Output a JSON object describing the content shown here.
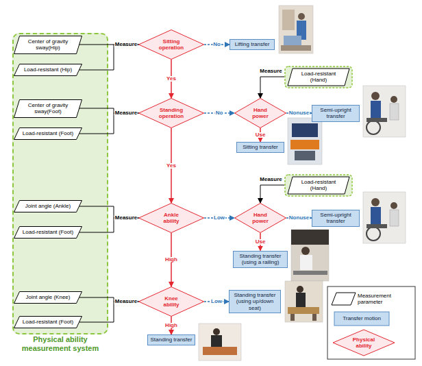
{
  "diagram": {
    "nodes": [
      {
        "text": [
          "Physical ability measurement system"
        ]
      },
      {
        "text": [
          "Center of gravity sway(Hip)"
        ],
        "in": 0
      },
      {
        "text": [
          "Load-resistant (Hip)"
        ],
        "in": 0
      },
      {
        "text": [
          "Center of gravity sway(Foot)"
        ],
        "in": 0
      },
      {
        "text": [
          "Load-resistant (Foot)"
        ],
        "in": 0
      },
      {
        "text": [
          "Joint angle (Ankle)"
        ],
        "in": 0
      },
      {
        "text": [
          "Load-resistant (Foot)"
        ],
        "in": 0
      },
      {
        "text": [
          "Joint angle (Knee)"
        ],
        "in": 0
      },
      {
        "text": [
          "Load-resistant (Foot)"
        ],
        "in": 0
      },
      {
        "text": [
          "Sitting operation"
        ]
      },
      {
        "text": [
          "Lifting transfer"
        ]
      },
      {
        "text": [
          "Load-resistant (Hand)"
        ]
      },
      {
        "text": [
          "Standing operation"
        ]
      },
      {
        "text": [
          "Hand power"
        ]
      },
      {
        "text": [
          "Semi-upright transfer"
        ]
      },
      {
        "text": [
          "Sitting transfer"
        ]
      },
      {
        "text": [
          "Load-resistant (Hand)"
        ]
      },
      {
        "text": [
          "Ankle ability"
        ]
      },
      {
        "text": [
          "Hand power"
        ]
      },
      {
        "text": [
          "Semi-upright transfer"
        ]
      },
      {
        "text": [
          "Standing transfer (using a railing)"
        ]
      },
      {
        "text": [
          "Knee ability"
        ]
      },
      {
        "text": [
          "Standing transfer (using up/down seat)"
        ]
      },
      {
        "text": [
          "Standing transfer"
        ]
      }
    ],
    "edges": [
      {
        "from": 1,
        "to": 9,
        "arrow": "to",
        "label": "Measure"
      },
      {
        "from": 2,
        "to": 9,
        "arrow": "to"
      },
      {
        "from": 9,
        "to": 10,
        "arrow": "to",
        "label": "No"
      },
      {
        "from": 9,
        "to": 12,
        "arrow": "to",
        "label": "Yes"
      },
      {
        "from": 11,
        "to": 13,
        "arrow": "to",
        "label": "Measure"
      },
      {
        "from": 3,
        "to": 12,
        "arrow": "to",
        "label": "Measure"
      },
      {
        "from": 4,
        "to": 12,
        "arrow": "to"
      },
      {
        "from": 12,
        "to": 13,
        "arrow": "to",
        "label": "No"
      },
      {
        "from": 13,
        "to": 14,
        "arrow": "to",
        "label": "Nonuse"
      },
      {
        "from": 13,
        "to": 15,
        "arrow": "to",
        "label": "Use"
      },
      {
        "from": 12,
        "to": 17,
        "arrow": "to",
        "label": "Yes"
      },
      {
        "from": 16,
        "to": 18,
        "arrow": "to",
        "label": "Measure"
      },
      {
        "from": 5,
        "to": 17,
        "arrow": "to",
        "label": "Measure"
      },
      {
        "from": 6,
        "to": 17,
        "arrow": "to"
      },
      {
        "from": 17,
        "to": 18,
        "arrow": "to",
        "label": "Low"
      },
      {
        "from": 18,
        "to": 19,
        "arrow": "to",
        "label": "Nonuse"
      },
      {
        "from": 18,
        "to": 20,
        "arrow": "to",
        "label": "Use"
      },
      {
        "from": 17,
        "to": 21,
        "arrow": "to",
        "label": "High"
      },
      {
        "from": 7,
        "to": 21,
        "arrow": "to",
        "label": "Measure"
      },
      {
        "from": 8,
        "to": 21,
        "arrow": "to"
      },
      {
        "from": 21,
        "to": 22,
        "arrow": "to",
        "label": "Low"
      },
      {
        "from": 21,
        "to": 23,
        "arrow": "to",
        "label": "High"
      }
    ],
    "legend": [
      {
        "text": "Measurement parameter"
      },
      {
        "text": "Transfer motion"
      },
      {
        "text": "Physical ability"
      }
    ]
  }
}
